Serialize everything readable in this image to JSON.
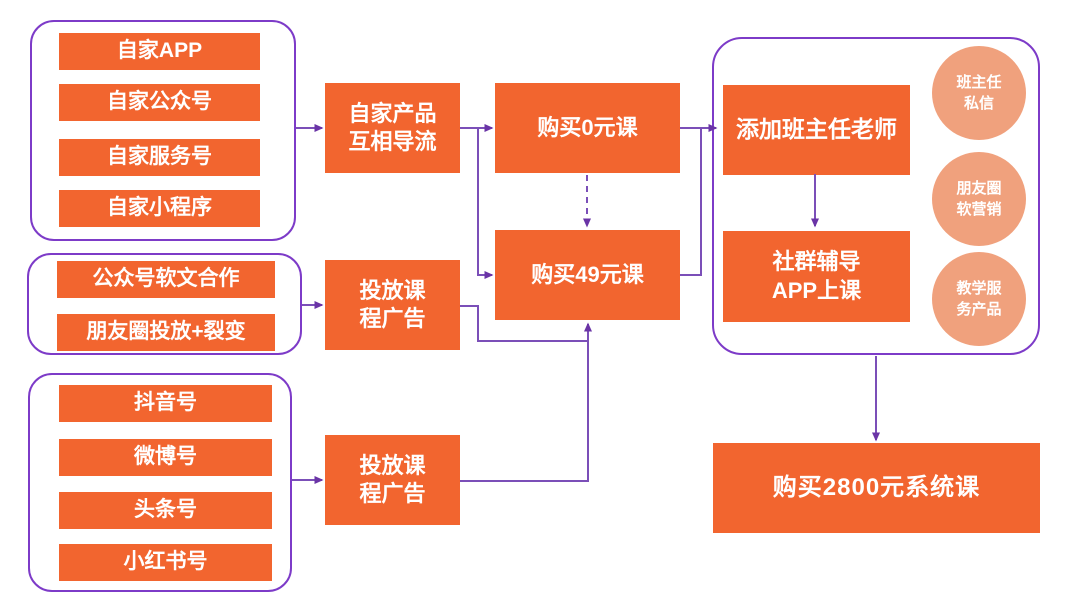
{
  "colors": {
    "node_orange": "#F2652F",
    "circle_salmon": "#F0A17D",
    "border_purple": "#7D3BC8",
    "line_purple": "#7B4FB8",
    "arrow_purple": "#6A34A6",
    "text_white": "#FFFFFF",
    "background": "#FFFFFF"
  },
  "groups": {
    "own_channels": {
      "items": [
        "自家APP",
        "自家公众号",
        "自家服务号",
        "自家小程序"
      ]
    },
    "wechat_ads": {
      "items": [
        "公众号软文合作",
        "朋友圈投放+裂变"
      ]
    },
    "media_accounts": {
      "items": [
        "抖音号",
        "微博号",
        "头条号",
        "小红书号"
      ]
    }
  },
  "nodes": {
    "mutual_diversion": "自家产品\n互相导流",
    "course_ads_top": "投放课\n程广告",
    "course_ads_bottom": "投放课\n程广告",
    "buy_0_course": "购买0元课",
    "buy_49_course": "购买49元课",
    "add_head_teacher": "添加班主任老师",
    "community_tutoring": "社群辅导\nAPP上课",
    "buy_2800_course": "购买2800元系统课"
  },
  "circles": {
    "private_message": "班主任\n私信",
    "moments_marketing": "朋友圈\n软营销",
    "teaching_service": "教学服\n务产品"
  }
}
